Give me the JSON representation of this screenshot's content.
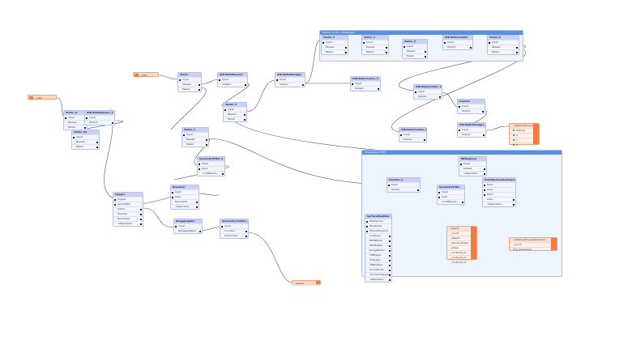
{
  "bookmarks": [
    {
      "id": "bm1",
      "title": "Version in idm uitleesdata"
    },
    {
      "id": "bm2",
      "title": "Visualisation BEF"
    }
  ],
  "readers": [
    {
      "id": "r1",
      "label": "<All>"
    },
    {
      "id": "r2",
      "label": "<All>"
    }
  ],
  "transformers": [
    {
      "id": "t_tester9",
      "title": "Tester_9",
      "ports": [
        "Input",
        "Passed",
        "Failed"
      ]
    },
    {
      "id": "t_attrexp2",
      "title": "AttributeExposer_2",
      "ports": [
        "Input",
        "Output"
      ]
    },
    {
      "id": "t_tester10",
      "title": "Tester_10",
      "ports": [
        "Input",
        "Passed",
        "Failed"
      ]
    },
    {
      "id": "t_tester",
      "title": "Tester",
      "ports": [
        "Input",
        "Passed",
        "Failed"
      ]
    },
    {
      "id": "t_attrexp",
      "title": "AttributeExposer",
      "ports": [
        "Input",
        "Output"
      ]
    },
    {
      "id": "t_tester2",
      "title": "Tester_2",
      "ports": [
        "Input",
        "Passed",
        "Failed"
      ]
    },
    {
      "id": "t_attrman",
      "title": "AttributeManager",
      "ports": [
        "Input",
        "Output"
      ]
    },
    {
      "id": "t_tester3",
      "title": "Tester_3",
      "ports": [
        "Input",
        "Passed",
        "Failed"
      ]
    },
    {
      "id": "t_tester4",
      "title": "Tester_4",
      "ports": [
        "Input",
        "Passed",
        "Failed"
      ]
    },
    {
      "id": "t_tester5",
      "title": "Tester_5",
      "ports": [
        "Input",
        "Passed",
        "Failed"
      ]
    },
    {
      "id": "t_attrcreator",
      "title": "AttributeCreator",
      "ports": [
        "Input",
        "Output"
      ]
    },
    {
      "id": "t_tester6",
      "title": "Tester_6",
      "ports": [
        "Input",
        "Passed",
        "Failed"
      ]
    },
    {
      "id": "t_attrcreator4",
      "title": "AttributeCreator_4",
      "ports": [
        "Input",
        "Output"
      ]
    },
    {
      "id": "t_attrcreator2",
      "title": "AttributeCreator_2",
      "ports": [
        "Input",
        "Output"
      ]
    },
    {
      "id": "t_counter",
      "title": "Counter",
      "ports": [
        "Input",
        "Output"
      ]
    },
    {
      "id": "t_attrcreator3",
      "title": "AttributeCreator_3",
      "ports": [
        "Input",
        "Output"
      ]
    },
    {
      "id": "t_attrman2",
      "title": "AttributeManager_2",
      "ports": [
        "Input",
        "Output"
      ]
    },
    {
      "id": "t_tester7",
      "title": "Tester_7",
      "ports": [
        "Input",
        "Passed",
        "Failed"
      ]
    },
    {
      "id": "t_geomfilter2",
      "title": "GeometryFilter_2",
      "ports": [
        "Input",
        "Area",
        "<Unfiltered>"
      ]
    },
    {
      "id": "t_dissolver",
      "title": "Dissolver",
      "ports": [
        "Input",
        "Area",
        "Remnants",
        "<Rejected>"
      ]
    },
    {
      "id": "t_clipper",
      "title": "Clipper",
      "ports": [
        "Clipper",
        "Candidate",
        "Inside",
        "Outside",
        "Remnants",
        "<Rejected>"
      ]
    },
    {
      "id": "t_deagg",
      "title": "Deaggregator",
      "ports": [
        "Input",
        "Deaggregated"
      ]
    },
    {
      "id": "t_geomcounter2",
      "title": "GeometryCounter_2",
      "ports": [
        "Input",
        "Counted",
        "Untouched"
      ]
    },
    {
      "id": "t_bbox",
      "title": "BBReplacer",
      "ports": [
        "Input",
        "Output",
        "<Rejected>"
      ]
    },
    {
      "id": "t_counter2",
      "title": "Counter_2",
      "ports": [
        "Input",
        "Output"
      ]
    },
    {
      "id": "t_geomfilter",
      "title": "GeometryFilter",
      "ports": [
        "Input",
        "Area",
        "<Unfiltered>"
      ]
    },
    {
      "id": "t_pointonarea",
      "title": "PointOnAreaOverlayer",
      "ports": [
        "Point",
        "Area",
        "Point",
        "Area",
        "<Rejected>"
      ]
    },
    {
      "id": "t_surfmodel",
      "title": "SurfaceModeller",
      "ports": [
        "PointsLines",
        "Breaklines",
        "ExtentPolygons",
        "Contours",
        "DEMPoints",
        "DEMRaster",
        "RangeRaster",
        "TINEdges",
        "Triangles",
        "TINSurface",
        "UnionPoints",
        "VoronoiDiagram",
        "<Rejected>"
      ]
    }
  ],
  "writers": [
    {
      "id": "w1",
      "title": "<@Value(fme_basename)>",
      "ports": [
        "Manual",
        "X",
        "Y",
        "Z"
      ]
    },
    {
      "id": "w2",
      "title": "Layer4",
      "ports": [
        "_count",
        "_aspect",
        "_pieces_shape",
        "_slope",
        "_contour1_id",
        "_contour2_id",
        "_contour3_id"
      ]
    },
    {
      "id": "w3",
      "title": "<@Value(fme_basename)>",
      "ports": [
        "_count",
        "fme_basename"
      ]
    },
    {
      "id": "w4",
      "title": "Layer1",
      "ports": []
    }
  ]
}
